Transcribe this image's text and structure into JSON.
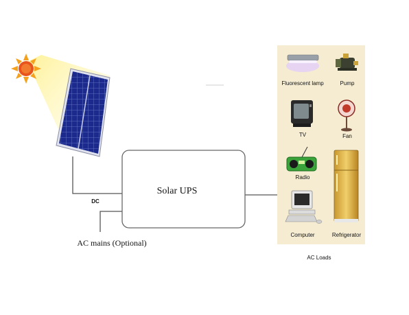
{
  "ups": {
    "label": "Solar UPS"
  },
  "wires": {
    "dc_label": "DC",
    "ac_mains_label": "AC mains (Optional)"
  },
  "panel": {
    "bg_color": "#f5ecd2"
  },
  "loads": {
    "items": [
      {
        "label": "Fluorescent lamp",
        "icon": "fluorescent-lamp-icon"
      },
      {
        "label": "Pump",
        "icon": "pump-icon"
      },
      {
        "label": "TV",
        "icon": "tv-icon"
      },
      {
        "label": "Fan",
        "icon": "fan-icon"
      },
      {
        "label": "Radio",
        "icon": "radio-icon"
      },
      {
        "label": "Refrigerator",
        "icon": "refrigerator-icon"
      },
      {
        "label": "Computer",
        "icon": "computer-icon"
      }
    ],
    "caption": "AC Loads"
  },
  "colors": {
    "sun": "#e8541c",
    "sun_ray": "#f7d23a",
    "beam": "#fff4a8",
    "panel_cell": "#1b2a8c",
    "wire": "#555555"
  }
}
